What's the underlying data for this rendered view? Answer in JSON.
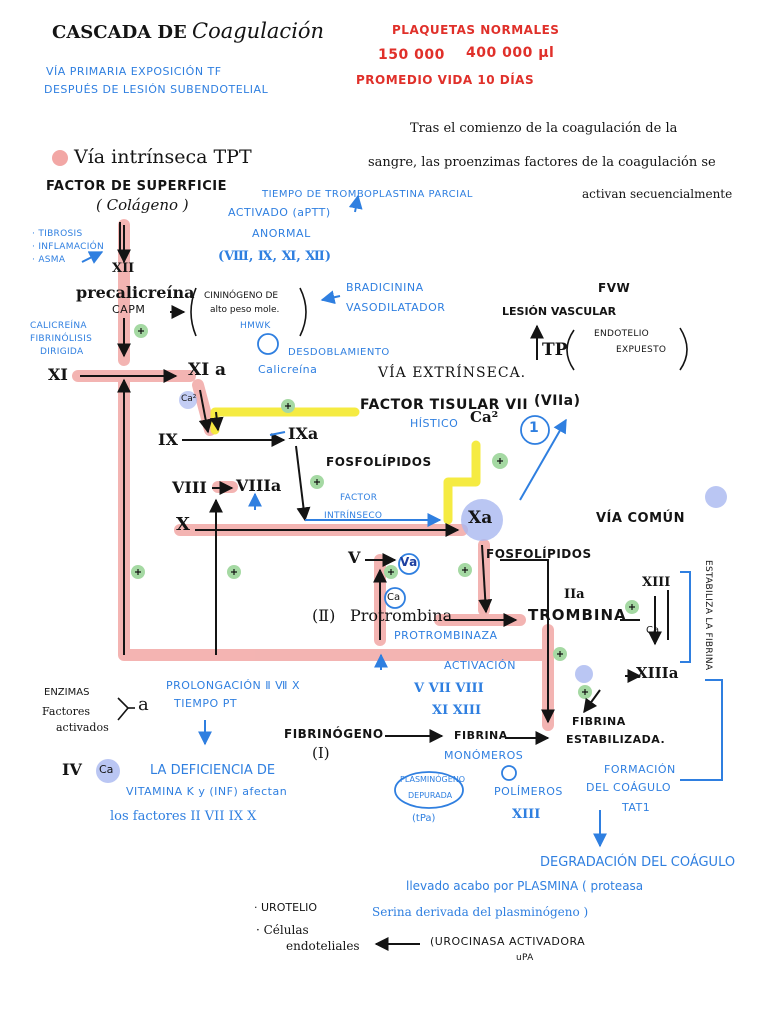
{
  "header": {
    "title_a": "CASCADA DE",
    "title_b": "Coagulación",
    "platelets_label": "PLAQUETAS NORMALES",
    "platelets_low": "150 000",
    "platelets_high": "400 000 µl",
    "lifespan": "PROMEDIO VIDA 10 DÍAS",
    "path_line1": "VÍA PRIMARIA EXPOSICIÓN TF",
    "path_line2": "DESPUÉS DE LESIÓN SUBENDOTELIAL"
  },
  "intro": {
    "line1": "Tras el comienzo de la coagulación de la",
    "line2": "sangre, las proenzimas factores de la coagulación se",
    "line3": "activan secuencialmente"
  },
  "intrinsic": {
    "title": "Vía intrínseca TPT",
    "surface_factor": "FACTOR DE SUPERFICIE",
    "collagen": "( Colágeno )",
    "side_notes": [
      "· TIBROSIS",
      "· INFLAMACIÓN",
      "· ASMA"
    ],
    "aptt_line1": "TIEMPO DE TROMBOPLASTINA PARCIAL",
    "aptt_line2": "ACTIVADO (aPTT)",
    "abnormal": "ANORMAL",
    "abnormal_factors": "(Ⅷ, Ⅸ, Ⅺ, Ⅻ)",
    "xii": "XII",
    "prekallikrein": "precalicreína",
    "capm": "CAPM",
    "hmwk_line1": "CININÓGENO DE",
    "hmwk_line2": "alto peso mole.",
    "hmwk_abbr": "HMWK",
    "bradykinin_line1": "BRADICININA",
    "bradykinin_line2": "VASODILATADOR",
    "cleavage": "DESDOBLAMIENTO",
    "kallikrein": "Calicreína",
    "kallikrein_note_1": "CALICREÍNA",
    "kallikrein_note_2": "FIBRINÓLISIS",
    "kallikrein_note_3": "DIRIGIDA",
    "xi": "XI",
    "xia": "XI a",
    "ca_small": "Ca²",
    "ix": "IX",
    "ixa": "IXa",
    "phospholipids": "FOSFOLÍPIDOS",
    "viii": "VIII",
    "viiia": "VIIIa",
    "x": "X",
    "intrinsic_factor_line1": "FACTOR",
    "intrinsic_factor_line2": "INTRÍNSECO"
  },
  "extrinsic": {
    "title": "VÍA EXTRÍNSECA.",
    "fvw": "FVW",
    "vascular_injury": "LESIÓN VASCULAR",
    "tp": "TP",
    "endothelium_line1": "ENDOTELIO",
    "endothelium_line2": "EXPUESTO",
    "tissue_factor": "FACTOR TISULAR VII",
    "viia": "(VIIa)",
    "tissue": "HÍSTICO",
    "ca2": "Ca²",
    "circle_one": "1"
  },
  "common": {
    "title": "VÍA COMÚN",
    "xa": "Xa",
    "phospholipids": "FOSFOLÍPIDOS",
    "v": "V",
    "va": "Va",
    "ca": "Ca",
    "prothrombin_num": "(Ⅱ)",
    "prothrombin": "Protrombina",
    "prothrombinase": "PROTROMBINAZA",
    "ii_a": "IIa",
    "thrombin": "TROMBINA",
    "xiii": "XIII",
    "ca_right": "Ca",
    "xiiia": "XIIIa",
    "stabilizes_fibrin": "ESTABILIZA LA FIBRINA",
    "activation": "ACTIVACIÓN",
    "activation_factors_1": "V  VII   VIII",
    "activation_factors_2": "XI    XIII",
    "fibrinogen": "FIBRINÓGENO",
    "fibrinogen_num": "(I)",
    "fibrin_monomers_1": "FIBRINA",
    "fibrin_monomers_2": "MONÓMEROS",
    "polymers": "POLÍMEROS",
    "xiii_bottom": "XIII",
    "stabilized_fibrin_1": "FIBRINA",
    "stabilized_fibrin_2": "ESTABILIZADA."
  },
  "lower": {
    "enzymes_1": "ENZIMAS",
    "enzymes_2": "Factores",
    "enzymes_3": "activados",
    "enzyme_letter": "a",
    "pt_1": "PROLONGACIÓN Ⅱ Ⅶ X",
    "pt_2": "TIEMPO PT",
    "iv": "IV",
    "ca": "Ca",
    "deficiency_1": "LA DEFICIENCIA DE",
    "deficiency_2": "VITAMINA K y (INF) afectan",
    "deficiency_3": "los factores  II  VII  IX  X",
    "plasminogen_1": "PLASMINÓGENO",
    "plasminogen_2": "DEPURADA",
    "plasminogen_3": "(tPa)",
    "clot_formation_1": "FORMACIÓN",
    "clot_formation_2": "DEL COÁGULO",
    "clot_formation_3": "TAT1",
    "degradation_1": "DEGRADACIÓN DEL COÁGULO",
    "degradation_2": "llevado acabo por PLASMINA ( proteasa",
    "degradation_3": "Serina derivada del plasminógeno )",
    "urothelium": "· UROTELIO",
    "cells_1": "· Células",
    "cells_2": "endoteliales",
    "upa_1": "(UROCINASA ACTIVADORA",
    "upa_2": "uPA"
  },
  "colors": {
    "ink": "#141414",
    "blue": "#2f7fe0",
    "red": "#e0302a",
    "pink_highlight": "#f2a7a5",
    "yellow_highlight": "#f4ea38",
    "green_dot": "#a5d9a3",
    "blue_dot": "#a9b8f0"
  }
}
